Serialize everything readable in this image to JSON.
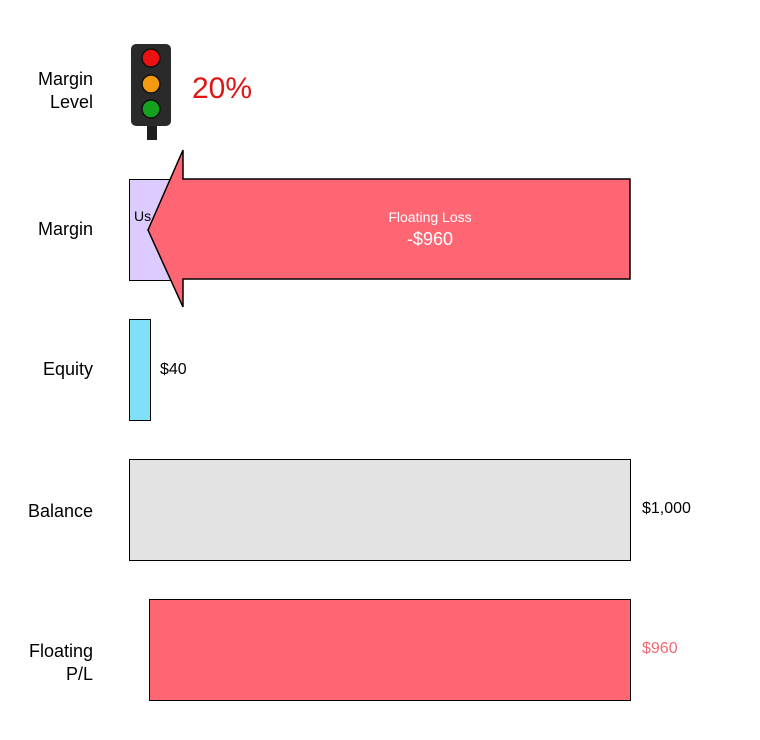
{
  "rows": {
    "margin_level": {
      "label_line1": "Margin",
      "label_line2": "Level",
      "value": "20%"
    },
    "margin": {
      "label": "Margin",
      "used_text": "Us",
      "arrow_title": "Floating Loss",
      "arrow_value": "-$960"
    },
    "equity": {
      "label": "Equity",
      "value": "$40"
    },
    "balance": {
      "label": "Balance",
      "value": "$1,000"
    },
    "floating_pl": {
      "label_line1": "Floating",
      "label_line2": "P/L",
      "value": "$960"
    }
  },
  "colors": {
    "traffic_red": "#ee1111",
    "traffic_amber": "#f39a0e",
    "traffic_green": "#14a11b",
    "percent_text": "#e01515",
    "used_margin": "#dccbff",
    "loss": "#ff6674",
    "equity": "#7fe0f8",
    "balance": "#e3e3e3",
    "floating_value": "#f06a75"
  },
  "icons": {
    "traffic_light": "traffic-light-icon"
  }
}
